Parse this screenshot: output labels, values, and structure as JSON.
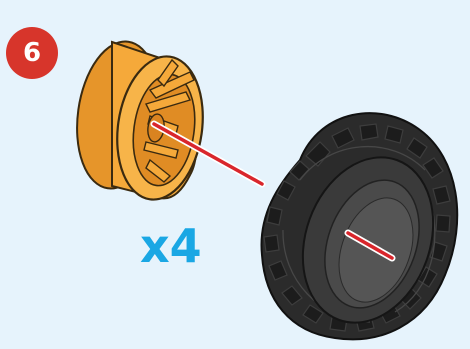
{
  "step": {
    "number": "6"
  },
  "quantity": {
    "label": "x4"
  },
  "parts": {
    "rim": {
      "name": "wheel-rim",
      "color": "#f5a93a"
    },
    "tire": {
      "name": "tire",
      "color": "#2a2a2a"
    },
    "connector_color": "#d9262c",
    "background": "#e6f3fc"
  }
}
